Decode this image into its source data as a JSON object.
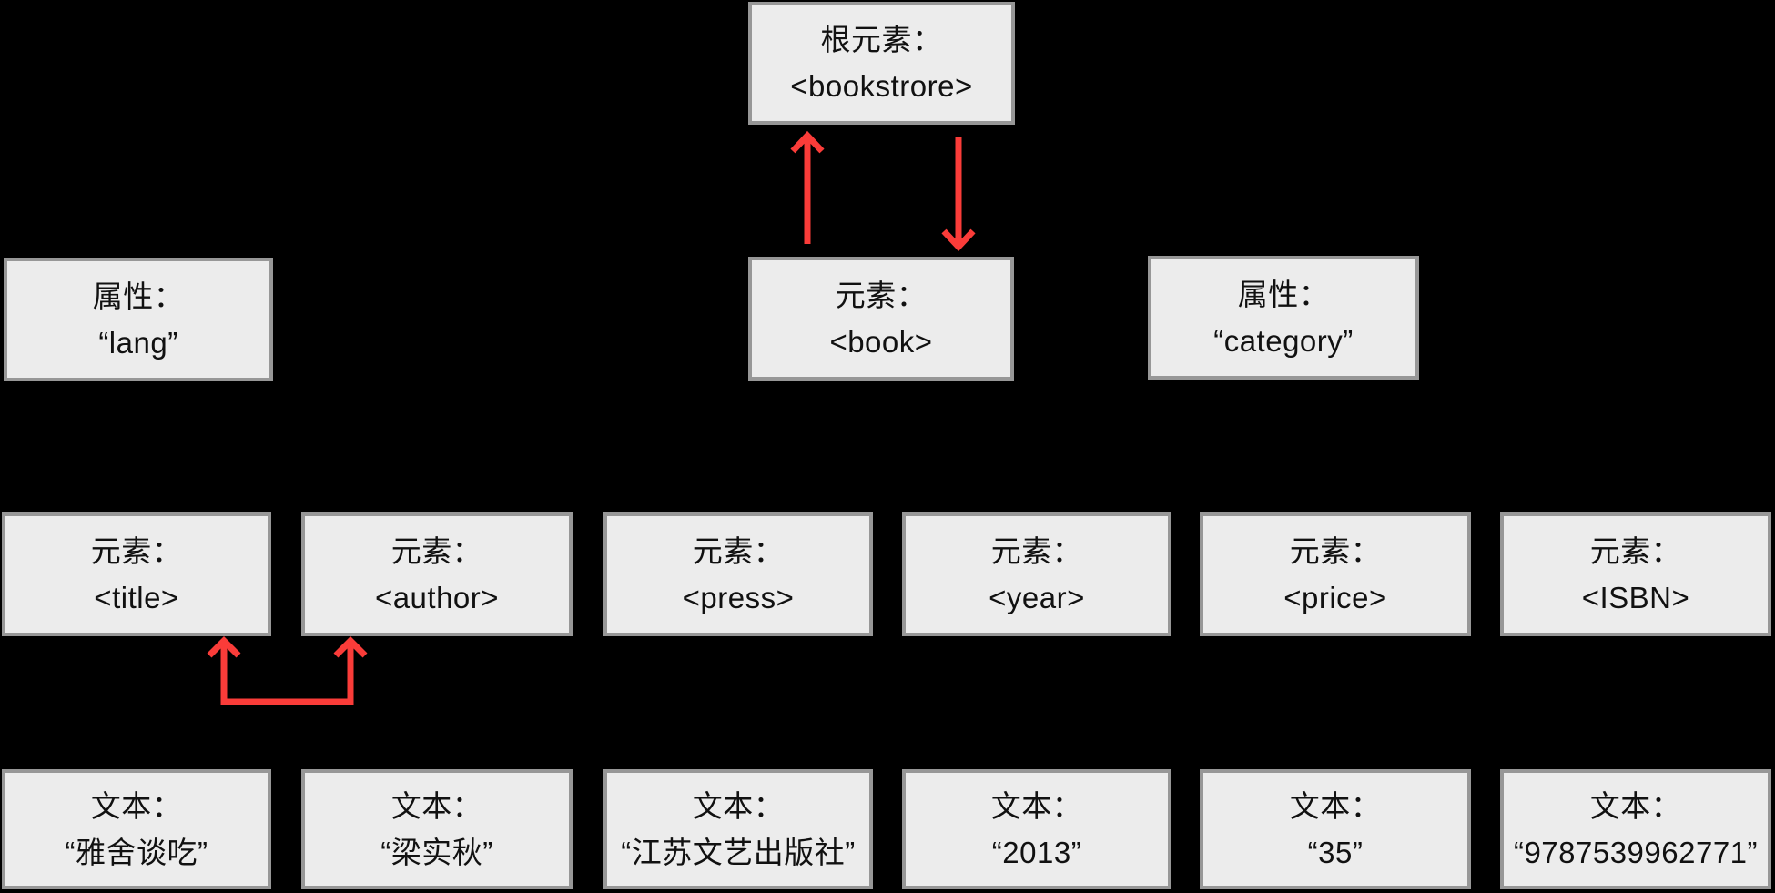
{
  "diagram": {
    "colors": {
      "background": "#000000",
      "box_fill": "#ececec",
      "box_border": "#979797",
      "text": "#111111",
      "arrow": "#fa3c39"
    },
    "root": {
      "label": "根元素：",
      "value": "<bookstrore>"
    },
    "book": {
      "label": "元素：",
      "value": "<book>"
    },
    "attr_lang": {
      "label": "属性：",
      "value": "“lang”"
    },
    "attr_category": {
      "label": "属性：",
      "value": "“category”"
    },
    "elements": [
      {
        "label": "元素：",
        "value": "<title>"
      },
      {
        "label": "元素：",
        "value": "<author>"
      },
      {
        "label": "元素：",
        "value": "<press>"
      },
      {
        "label": "元素：",
        "value": "<year>"
      },
      {
        "label": "元素：",
        "value": "<price>"
      },
      {
        "label": "元素：",
        "value": "<ISBN>"
      }
    ],
    "texts": [
      {
        "label": "文本：",
        "value": "“雅舍谈吃”"
      },
      {
        "label": "文本：",
        "value": "“梁实秋”"
      },
      {
        "label": "文本：",
        "value": "“江苏文艺出版社”"
      },
      {
        "label": "文本：",
        "value": "“2013”"
      },
      {
        "label": "文本：",
        "value": "“35”"
      },
      {
        "label": "文本：",
        "value": "“9787539962771”"
      }
    ],
    "arrows": [
      {
        "name": "book-to-root-arrow",
        "direction": "up"
      },
      {
        "name": "root-to-book-arrow",
        "direction": "down"
      },
      {
        "name": "title-author-sibling-connector",
        "direction": "up-pair"
      }
    ]
  }
}
